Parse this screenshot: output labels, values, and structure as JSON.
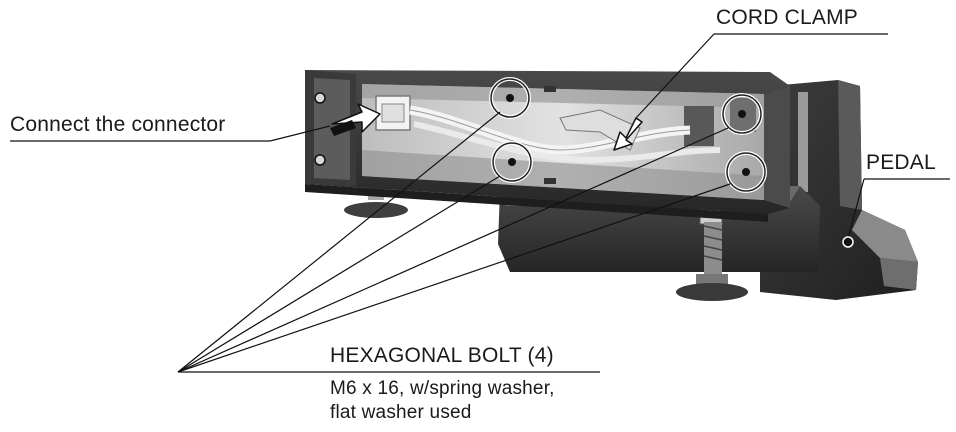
{
  "labels": {
    "connector": "Connect  the connector",
    "cord_clamp": "CORD CLAMP",
    "pedal": "PEDAL",
    "bolt_title": "HEXAGONAL BOLT (4)",
    "bolt_spec_line1": "M6 x 16, w/spring washer,",
    "bolt_spec_line2": "flat washer used"
  },
  "callouts": {
    "bolt_circle_count": 4
  },
  "colors": {
    "ink": "#1a1a1a",
    "background": "#ffffff",
    "metal_dark": "#2b2b2b",
    "metal_mid": "#575757",
    "interior_light": "#d9d9d9",
    "cable": "#f2f2f2"
  }
}
